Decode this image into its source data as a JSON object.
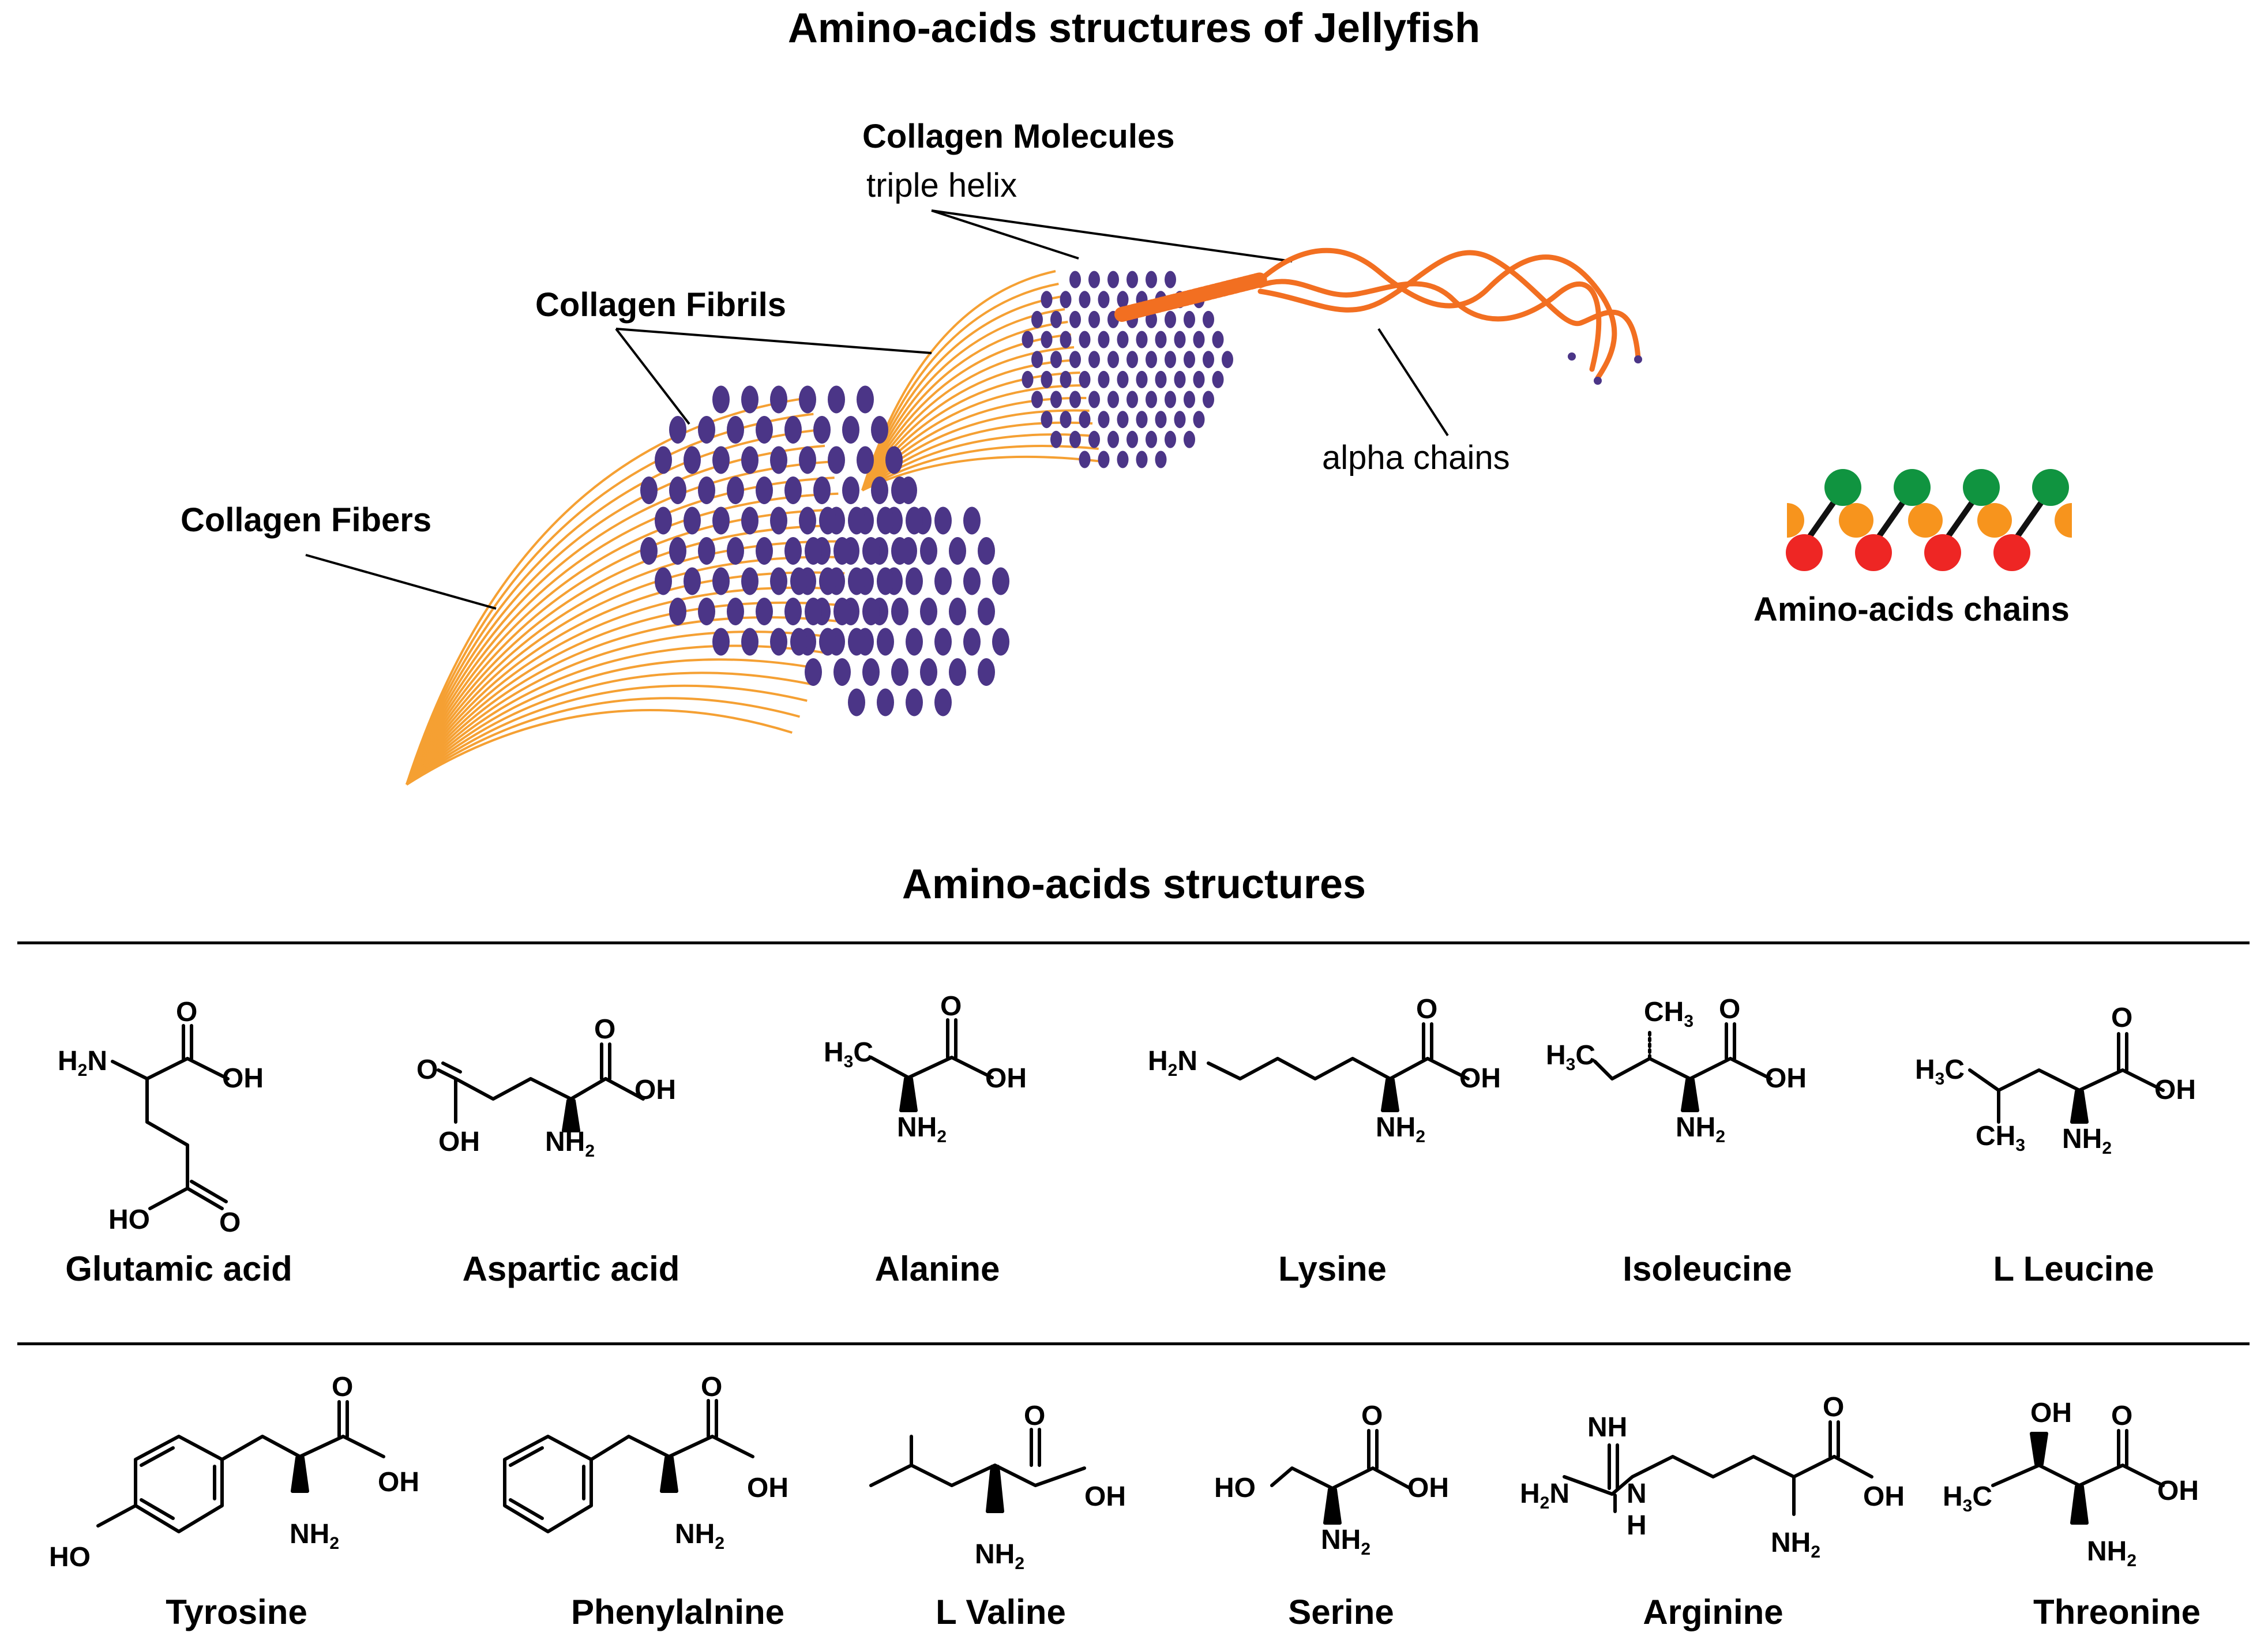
{
  "title": "Amino-acids structures of Jellyfish",
  "labels": {
    "molecules": "Collagen Molecules",
    "triple_helix": "triple helix",
    "fibrils": "Collagen Fibrils",
    "fibers": "Collagen Fibers",
    "alpha_chains": "alpha chains",
    "aa_chains": "Amino-acids chains"
  },
  "structures_title": "Amino-acids structures",
  "row1": [
    "Glutamic acid",
    "Aspartic acid",
    "Alanine",
    "Lysine",
    "Isoleucine",
    "L Leucine"
  ],
  "row2": [
    "Tyrosine",
    "Phenylalnine",
    "L Valine",
    "Serine",
    "Arginine",
    "Threonine"
  ],
  "colors": {
    "fiber": "#f5a033",
    "fibril_dot": "#4b3587",
    "helix": "#f26f21",
    "bead_green": "#109440",
    "bead_orange": "#f7941d",
    "bead_red": "#ee2624"
  }
}
